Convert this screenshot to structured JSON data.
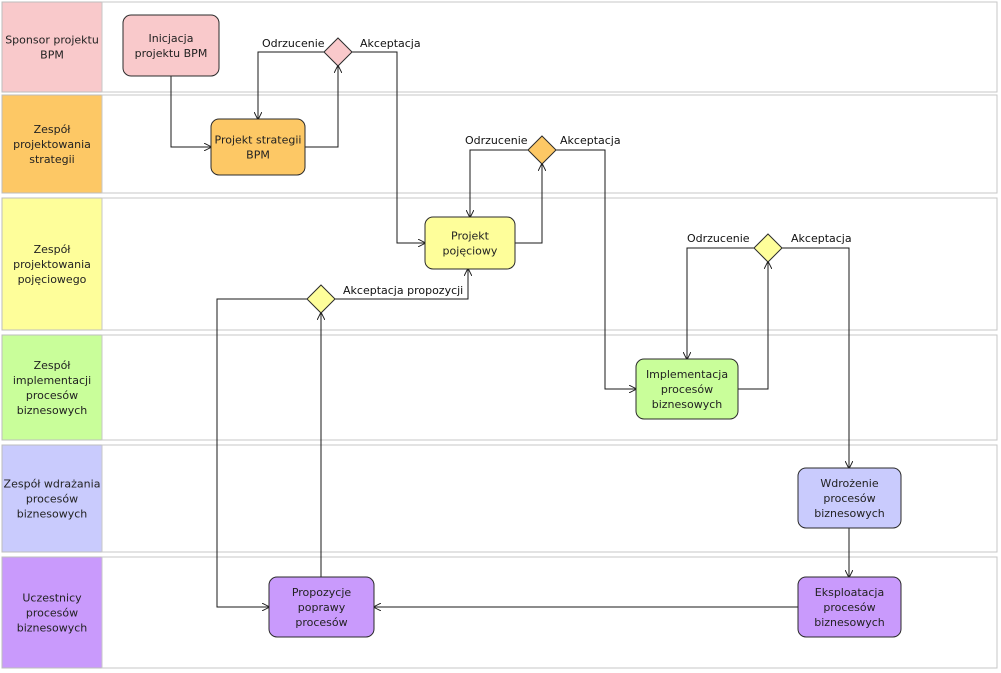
{
  "lanes": [
    {
      "id": "sponsor",
      "label": [
        "Sponsor projektu",
        "BPM"
      ],
      "color": "#f9c9cb"
    },
    {
      "id": "strategy",
      "label": [
        "Zespół",
        "projektowania",
        "strategii"
      ],
      "color": "#fdc865"
    },
    {
      "id": "concept",
      "label": [
        "Zespół",
        "projektowania",
        "pojęciowego"
      ],
      "color": "#fefe9a"
    },
    {
      "id": "implementation",
      "label": [
        "Zespół",
        "implementacji",
        "procesów",
        "biznesowych"
      ],
      "color": "#c9fe9a"
    },
    {
      "id": "deployment",
      "label": [
        "Zespół wdrażania",
        "procesów",
        "biznesowych"
      ],
      "color": "#c9cbfd"
    },
    {
      "id": "participants",
      "label": [
        "Uczestnicy",
        "procesów",
        "biznesowych"
      ],
      "color": "#c99afc"
    }
  ],
  "nodes": [
    {
      "id": "init",
      "lane": "sponsor",
      "label": [
        "Inicjacja",
        "projektu BPM"
      ],
      "color": "#f9c9cb"
    },
    {
      "id": "strategy_project",
      "lane": "strategy",
      "label": [
        "Projekt strategii",
        "BPM"
      ],
      "color": "#fdc865"
    },
    {
      "id": "concept_project",
      "lane": "concept",
      "label": [
        "Projekt",
        "pojęciowy"
      ],
      "color": "#fefe9a"
    },
    {
      "id": "impl",
      "lane": "implementation",
      "label": [
        "Implementacja",
        "procesów",
        "biznesowych"
      ],
      "color": "#c9fe9a"
    },
    {
      "id": "deploy",
      "lane": "deployment",
      "label": [
        "Wdrożenie",
        "procesów",
        "biznesowych"
      ],
      "color": "#c9cbfd"
    },
    {
      "id": "exploit",
      "lane": "participants",
      "label": [
        "Eksploatacja",
        "procesów",
        "biznesowych"
      ],
      "color": "#c99afc"
    },
    {
      "id": "proposals",
      "lane": "participants",
      "label": [
        "Propozycje",
        "poprawy",
        "procesów"
      ],
      "color": "#c99afc"
    }
  ],
  "decisions": [
    {
      "id": "d1",
      "lane": "sponsor",
      "color": "#f9c9cb"
    },
    {
      "id": "d2",
      "lane": "strategy",
      "color": "#fdc865"
    },
    {
      "id": "d3",
      "lane": "concept",
      "color": "#fefe9a"
    },
    {
      "id": "d4",
      "lane": "concept",
      "color": "#fefe9a"
    }
  ],
  "edge_labels": {
    "d1_reject": "Odrzucenie",
    "d1_accept": "Akceptacja",
    "d2_reject": "Odrzucenie",
    "d2_accept": "Akceptacja",
    "d3_reject": "Odrzucenie",
    "d3_accept": "Akceptacja",
    "d4_accept": "Akceptacja propozycji"
  }
}
